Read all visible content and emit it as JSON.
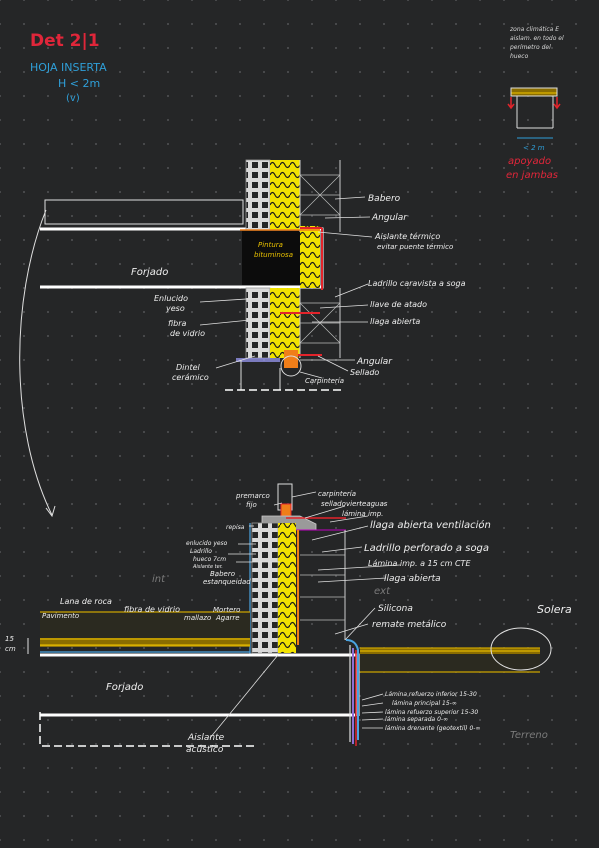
{
  "header": {
    "title": "Det 2|1",
    "subtitle_lines": [
      "HOJA INSERTA",
      "H < 2m",
      "(v)"
    ]
  },
  "note": {
    "lines": [
      "zona climática E",
      "aislam. en todo el",
      "perímetro del",
      "hueco"
    ],
    "dimension": "< 2 m",
    "support_lines": [
      "apoyado",
      "en jambas"
    ]
  },
  "detail_top": {
    "labels": {
      "babero": "Babero",
      "angular": "Angular",
      "aislante_1": "Aislante térmico",
      "aislante_2": "evitar puente térmico",
      "pintura_1": "Pintura",
      "pintura_2": "bituminosa",
      "forjado": "Forjado",
      "ladrillo_soga": "Ladrillo caravista a soga",
      "llave": "llave de atado",
      "llaga": "llaga abierta",
      "enlucido_1": "Enlucido",
      "enlucido_2": "yeso",
      "fibra_1": "fibra",
      "fibra_2": "de vidrio",
      "dintel_1": "Dintel",
      "dintel_2": "cerámico",
      "angular_2": "Angular",
      "carpinteria": "Carpintería",
      "sellado": "Sellado"
    }
  },
  "detail_bottom": {
    "labels": {
      "premarco": "premarco",
      "premarco_2": "fijo",
      "carpinteria": "carpintería",
      "sellado": "sellado",
      "vierteaguas": "vierteaguas",
      "lamina_imp": "lámina imp.",
      "repisa": "repisa",
      "llaga_vent": "llaga abierta ventilación",
      "enlucido": "enlucido yeso",
      "ladrillo": "Ladrillo",
      "hueco": "hueco 7cm",
      "aislante_ter": "Aislante ter.",
      "babero_1": "Babero",
      "babero_2": "estanqueidad",
      "ladrillo_perf": "Ladrillo perforado a soga",
      "lamina_15": "Lámina imp. a 15 cm CTE",
      "llaga_2": "llaga abierta",
      "int": "int",
      "ext": "ext",
      "lana": "Lana de roca",
      "pavimento": "Pavimento",
      "fibra": "fibra de vidrio",
      "mallazo": "mallazo",
      "mortero_1": "Mortero",
      "mortero_2": "Agarre",
      "silicona": "Silicona",
      "remate": "remate metálico",
      "solera": "Solera",
      "dim_1": "15",
      "dim_2": "cm",
      "forjado": "Forjado",
      "aislante_ac_1": "Aislante",
      "aislante_ac_2": "acústico",
      "terreno": "Terreno",
      "lamina_1": "Lámina refuerzo inferior 15-30",
      "lamina_2": "lámina principal 15-∞",
      "lamina_3": "lámina refuerzo superior 15-30",
      "lamina_4": "lámina separada 0-∞",
      "lamina_5": "lámina drenante (geotextil) 0-∞"
    }
  },
  "colors": {
    "title": "#e0263a",
    "subtitle": "#2f9fd8",
    "ink": "#e8e8e8",
    "insulation": "#f2e300",
    "insulation_dark": "#000000",
    "red": "#e3242b",
    "orange": "#f07e19",
    "membrane": "#8e6fd6",
    "pavement": "#c9a200",
    "blue": "#4aa3e0"
  }
}
